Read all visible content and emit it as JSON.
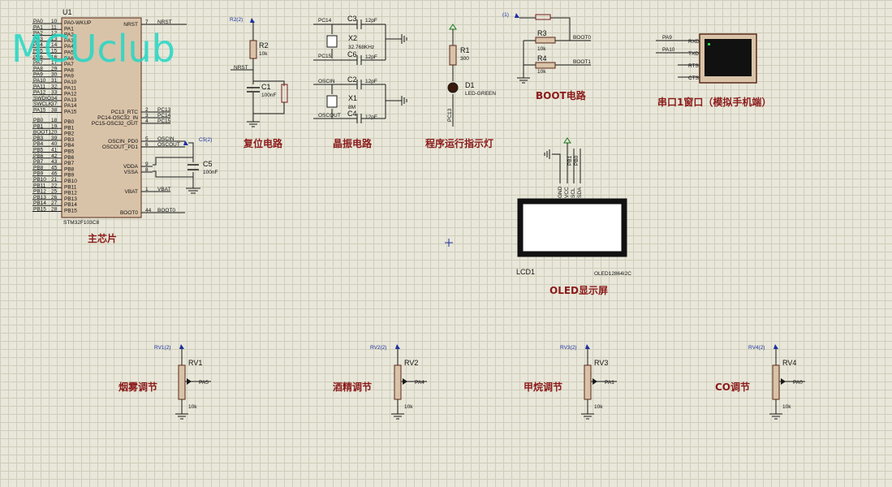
{
  "watermark": "MCUclub",
  "mcu": {
    "ref": "U1",
    "part": "STM32F103C8",
    "title": "主芯片",
    "left_pins": [
      {
        "net": "PA0",
        "num": "10",
        "name": "PA0-WKUP"
      },
      {
        "net": "PA1",
        "num": "11",
        "name": "PA1"
      },
      {
        "net": "PA2",
        "num": "12",
        "name": "PA2"
      },
      {
        "net": "PA3",
        "num": "13",
        "name": "PA3"
      },
      {
        "net": "PA4",
        "num": "14",
        "name": "PA4"
      },
      {
        "net": "PA5",
        "num": "15",
        "name": "PA5"
      },
      {
        "net": "PA6",
        "num": "16",
        "name": "PA6"
      },
      {
        "net": "PA7",
        "num": "17",
        "name": "PA7"
      },
      {
        "net": "PA8",
        "num": "29",
        "name": "PA8"
      },
      {
        "net": "PA9",
        "num": "30",
        "name": "PA9"
      },
      {
        "net": "PA10",
        "num": "31",
        "name": "PA10"
      },
      {
        "net": "PA11",
        "num": "32",
        "name": "PA11"
      },
      {
        "net": "PA12",
        "num": "33",
        "name": "PA12"
      },
      {
        "net": "SWDIO",
        "num": "34",
        "name": "PA13"
      },
      {
        "net": "SWCLK",
        "num": "37",
        "name": "PA14"
      },
      {
        "net": "PA15",
        "num": "38",
        "name": "PA15"
      },
      {
        "net": "PB0",
        "num": "18",
        "name": "PB0"
      },
      {
        "net": "PB1",
        "num": "19",
        "name": "PB1"
      },
      {
        "net": "BOOT1",
        "num": "20",
        "name": "PB2"
      },
      {
        "net": "PB3",
        "num": "39",
        "name": "PB3"
      },
      {
        "net": "PB4",
        "num": "40",
        "name": "PB4"
      },
      {
        "net": "PB5",
        "num": "41",
        "name": "PB5"
      },
      {
        "net": "PB6",
        "num": "42",
        "name": "PB6"
      },
      {
        "net": "PB7",
        "num": "43",
        "name": "PB7"
      },
      {
        "net": "PB8",
        "num": "45",
        "name": "PB8"
      },
      {
        "net": "PB9",
        "num": "46",
        "name": "PB9"
      },
      {
        "net": "PB10",
        "num": "21",
        "name": "PB10"
      },
      {
        "net": "PB11",
        "num": "22",
        "name": "PB11"
      },
      {
        "net": "PB12",
        "num": "25",
        "name": "PB12"
      },
      {
        "net": "PB13",
        "num": "26",
        "name": "PB13"
      },
      {
        "net": "PB14",
        "num": "27",
        "name": "PB14"
      },
      {
        "net": "PB15",
        "num": "28",
        "name": "PB15"
      }
    ],
    "right_pins": [
      {
        "name": "NRST",
        "num": "7",
        "net": "NRST"
      },
      {
        "name": "PC13_RTC",
        "num": "2",
        "net": "PC13"
      },
      {
        "name": "PC14-OSC32_IN",
        "num": "3",
        "net": "PC14"
      },
      {
        "name": "PC15-OSC32_OUT",
        "num": "4",
        "net": "PC15"
      },
      {
        "name": "OSCIN_PD0",
        "num": "5",
        "net": "OSCIN"
      },
      {
        "name": "OSCOUT_PD1",
        "num": "6",
        "net": "OSCOUT"
      },
      {
        "name": "VDDA",
        "num": "9",
        "net": ""
      },
      {
        "name": "VSSA",
        "num": "8",
        "net": ""
      },
      {
        "name": "VBAT",
        "num": "1",
        "net": "VBAT"
      },
      {
        "name": "BOOT0",
        "num": "44",
        "net": "BOOT0"
      }
    ],
    "c5": {
      "ref": "C5",
      "value": "100nF",
      "probe": "C5(2)"
    }
  },
  "reset": {
    "title": "复位电路",
    "probe": "R2(2)",
    "r_ref": "R2",
    "r_val": "10k",
    "net": "NRST",
    "c_ref": "C1",
    "c_val": "100nF"
  },
  "crystal": {
    "title": "晶振电路",
    "c3": "C3",
    "c3_val": "12pF",
    "c6": "C6",
    "c6_val": "12pF",
    "x2": "X2",
    "x2_val": "32.768KHz",
    "net_pc14": "PC14",
    "net_pc15": "PC15",
    "c2": "C2",
    "c2_val": "12pF",
    "c4": "C4",
    "c4_val": "12pF",
    "x1": "X1",
    "x1_val": "8M",
    "net_oscin": "OSCIN",
    "net_oscout": "OSCOUT"
  },
  "led": {
    "title": "程序运行指示灯",
    "r_ref": "R1",
    "r_val": "300",
    "d_ref": "D1",
    "d_val": "LED-GREEN",
    "net": "PC13"
  },
  "boot": {
    "title": "BOOT电路",
    "probe": "(1)",
    "r3": "R3",
    "r3_val": "10k",
    "r4": "R4",
    "r4_val": "10k",
    "net0": "BOOT0",
    "net1": "BOOT1"
  },
  "uart": {
    "title": "串口1窗口（模拟手机端）",
    "net_a": "PA9",
    "net_b": "PA10",
    "pins": [
      "RXD",
      "TXD",
      "RTS",
      "CTS"
    ]
  },
  "oled": {
    "title": "OLED显示屏",
    "ref": "LCD1",
    "part": "OLED12864I2C",
    "pins": [
      "GND",
      "VCC",
      "SCL",
      "SDA"
    ],
    "nets": [
      "PB1",
      "PB0"
    ]
  },
  "pots": [
    {
      "title": "烟雾调节",
      "probe": "RV1(2)",
      "ref": "RV1",
      "net": "PA5",
      "val": "10k"
    },
    {
      "title": "酒精调节",
      "probe": "RV2(2)",
      "ref": "RV2",
      "net": "PA4",
      "val": "10k"
    },
    {
      "title": "甲烷调节",
      "probe": "RV3(2)",
      "ref": "RV3",
      "net": "PA1",
      "val": "10k"
    },
    {
      "title": "CO调节",
      "probe": "RV4(2)",
      "ref": "RV4",
      "net": "PA0",
      "val": "10k"
    }
  ]
}
